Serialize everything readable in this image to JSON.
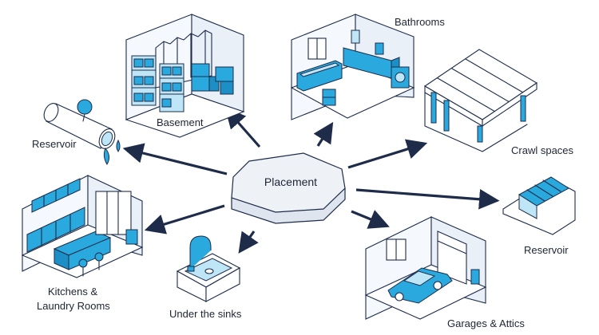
{
  "hub": {
    "label": "Placement"
  },
  "nodes": {
    "basement": {
      "label": "Basement"
    },
    "bathrooms": {
      "label": "Bathrooms"
    },
    "crawl_spaces": {
      "label": "Crawl spaces"
    },
    "reservoir_left": {
      "label": "Reservoir"
    },
    "reservoir_right": {
      "label": "Reservoir"
    },
    "kitchens": {
      "label_line1": "Kitchens &",
      "label_line2": "Laundry Rooms"
    },
    "under_sinks": {
      "label": "Under the sinks"
    },
    "garages": {
      "label": "Garages & Attics"
    }
  },
  "colors": {
    "accent": "#29a9dd",
    "accent_dark": "#1b8fc6",
    "accent_light": "#bfe6f7",
    "outline": "#1e2c4a",
    "text": "#1d2433"
  }
}
